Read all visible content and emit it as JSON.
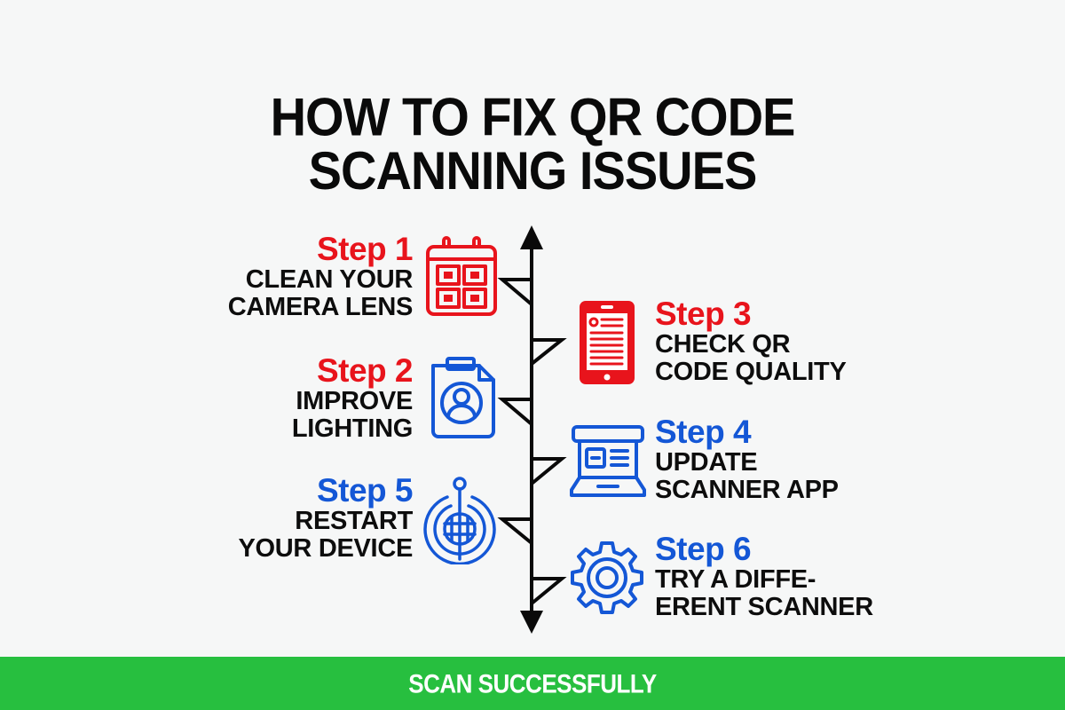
{
  "title": {
    "line1": "HOW TO FIX QR CODE",
    "line2": "SCANNING ISSUES"
  },
  "colors": {
    "red": "#e8141c",
    "blue": "#1457d6",
    "green": "#27bf3f",
    "text": "#0d0d0d",
    "background": "#f6f7f7"
  },
  "steps": [
    {
      "label": "Step 1",
      "line1": "CLEAN YOUR",
      "line2": "CAMERA LENS",
      "color": "red",
      "icon": "calendar-qr-icon",
      "side": "left"
    },
    {
      "label": "Step 2",
      "line1": "IMPROVE",
      "line2": "LIGHTING",
      "color": "red",
      "icon": "clipboard-user-icon",
      "side": "left"
    },
    {
      "label": "Step 3",
      "line1": "CHECK QR",
      "line2": "CODE QUALITY",
      "color": "red",
      "icon": "tablet-document-icon",
      "side": "right"
    },
    {
      "label": "Step 4",
      "line1": "UPDATE",
      "line2": "SCANNER APP",
      "color": "blue",
      "icon": "laptop-window-icon",
      "side": "right"
    },
    {
      "label": "Step 5",
      "line1": "RESTART",
      "line2": "YOUR DEVICE",
      "color": "blue",
      "icon": "target-globe-icon",
      "side": "left"
    },
    {
      "label": "Step 6",
      "line1": "TRY A DIFFE-",
      "line2": "ERENT SCANNER",
      "color": "blue",
      "icon": "gear-icon",
      "side": "right"
    }
  ],
  "footer": {
    "label": "SCAN SUCCESSFULLY"
  }
}
